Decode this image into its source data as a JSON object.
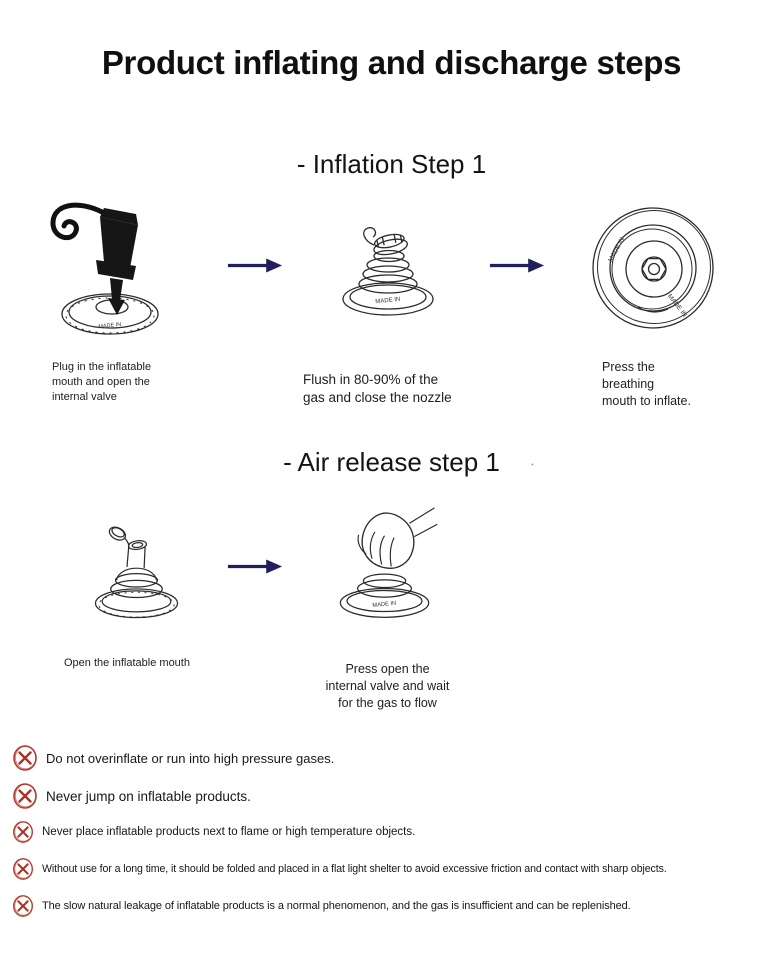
{
  "page": {
    "title": "Product inflating and discharge steps"
  },
  "illustrations": {
    "stamp": "MADE IN"
  },
  "inflation": {
    "heading": "- Inflation Step 1",
    "steps": [
      {
        "caption": "Plug in the inflatable\nmouth and open the\ninternal valve"
      },
      {
        "caption": "Flush in 80-90% of the\ngas and close the nozzle"
      },
      {
        "caption": "Press the\nbreathing\nmouth to inflate."
      }
    ]
  },
  "release": {
    "heading": "- Air release step 1",
    "mark": "ˏ",
    "steps": [
      {
        "caption": "Open the inflatable mouth"
      },
      {
        "caption": "Press open the\ninternal valve and wait\nfor the gas to flow"
      }
    ]
  },
  "warnings": [
    "Do not overinflate or run into high pressure gases.",
    "Never jump on inflatable products.",
    "Never place inflatable products next to flame or high temperature objects.",
    "Without use for a long time, it should be folded and placed in a flat light shelter to avoid excessive friction and contact with sharp objects.",
    "The slow natural leakage of inflatable products is a normal phenomenon, and the gas is insufficient and can be replenished."
  ],
  "colors": {
    "arrow": "#20205a",
    "warning_icon": "#b7392b",
    "ink": "#2b2b2b"
  }
}
